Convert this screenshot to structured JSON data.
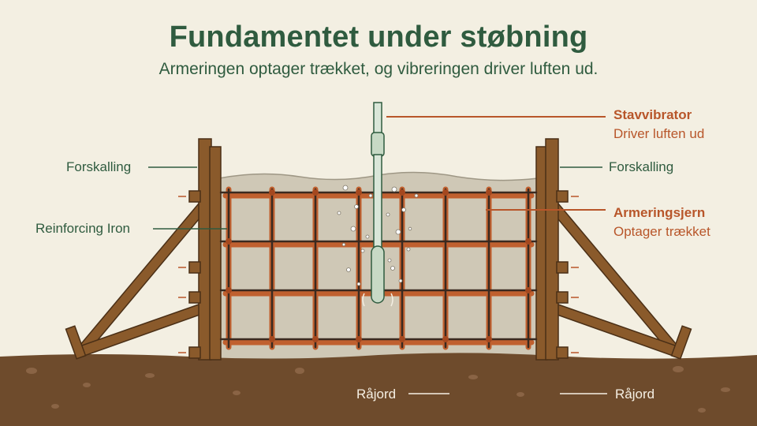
{
  "title": "Fundamentet under støbning",
  "subtitle": "Armeringen optager trækket, og vibreringen driver luften ud.",
  "labels": {
    "formwork_left": "Forskalling",
    "formwork_right": "Forskalling",
    "reinforcing_left": "Reinforcing Iron",
    "vibrator_title": "Stavvibrator",
    "vibrator_desc": "Driver luften ud",
    "rebar_title": "Armeringsjern",
    "rebar_desc": "Optager trækket",
    "soil_left": "Råjord",
    "soil_right": "Råjord"
  },
  "colors": {
    "background": "#f3efe2",
    "title_green": "#2f5b3f",
    "accent_orange": "#b8562a",
    "wood": "#8a5a2b",
    "soil": "#6e4b2c",
    "concrete": "#cfc8b6"
  }
}
